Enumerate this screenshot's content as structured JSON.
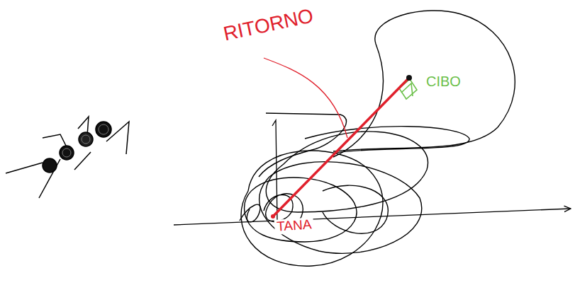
{
  "diagram": {
    "labels": [
      "RITORNO",
      "CIBO",
      "TANA"
    ]
  }
}
